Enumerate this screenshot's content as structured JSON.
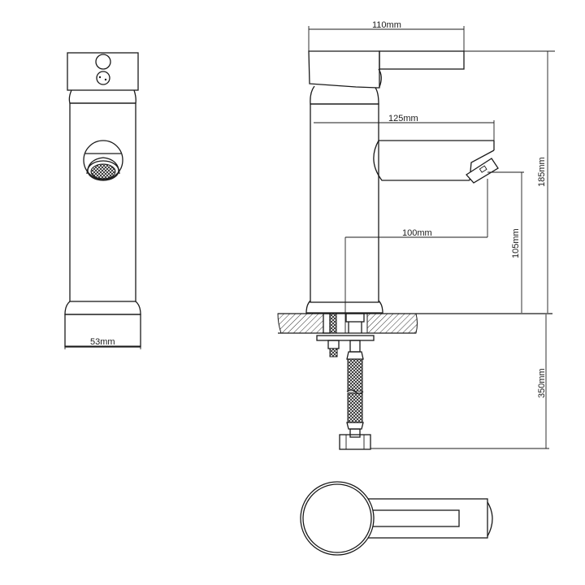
{
  "drawing": {
    "subject": "Basin mixer faucet technical dimension drawing",
    "views": [
      "front view",
      "side view",
      "top view"
    ],
    "line_color": "#1a1a1a",
    "background": "#ffffff"
  },
  "dimensions": {
    "body_width": "53mm",
    "handle_length": "110mm",
    "spout_reach": "125mm",
    "spout_to_hole": "100mm",
    "spout_height": "105mm",
    "total_height": "185mm",
    "hose_length": "350mm"
  }
}
